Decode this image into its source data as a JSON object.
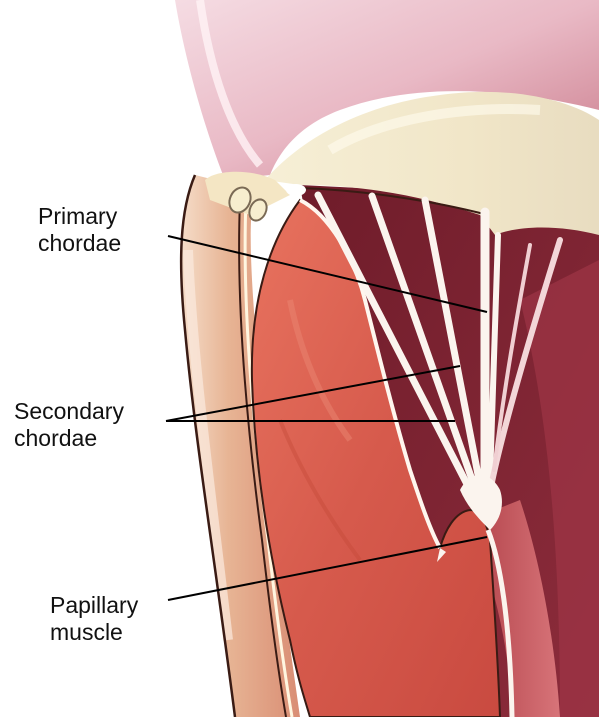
{
  "labels": {
    "primary_chordae": {
      "line1": "Primary",
      "line2": "chordae"
    },
    "secondary_chordae": {
      "line1": "Secondary",
      "line2": "chordae"
    },
    "papillary_muscle": {
      "line1": "Papillary",
      "line2": "muscle"
    }
  },
  "colors": {
    "background": "#ffffff",
    "atrium_pink": "#e8b7c2",
    "leaflet_cream": "#f4ecd0",
    "papillary_red": "#d7574d",
    "ventricle_dark": "#7d2232",
    "wall_orange": "#e0a084",
    "chordae_white": "#fbf4ee",
    "outline": "#3a1b14",
    "leader_line": "#000000"
  }
}
